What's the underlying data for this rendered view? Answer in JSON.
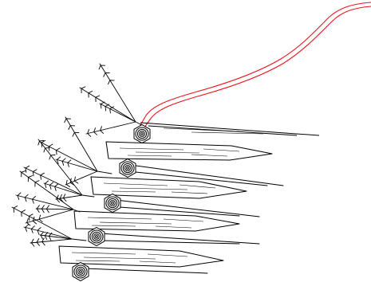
{
  "diagram": {
    "type": "line-drawing",
    "style": "black linework on white, single red double-line cable",
    "colors": {
      "background": "#ffffff",
      "ink": "#000000",
      "cable": "#e8141b"
    },
    "components": {
      "cable_count": 1,
      "tapered_boards": 5,
      "board_sleeves": 4,
      "hex_nut_fittings": 5,
      "branching_sprig_clusters": 5
    }
  }
}
